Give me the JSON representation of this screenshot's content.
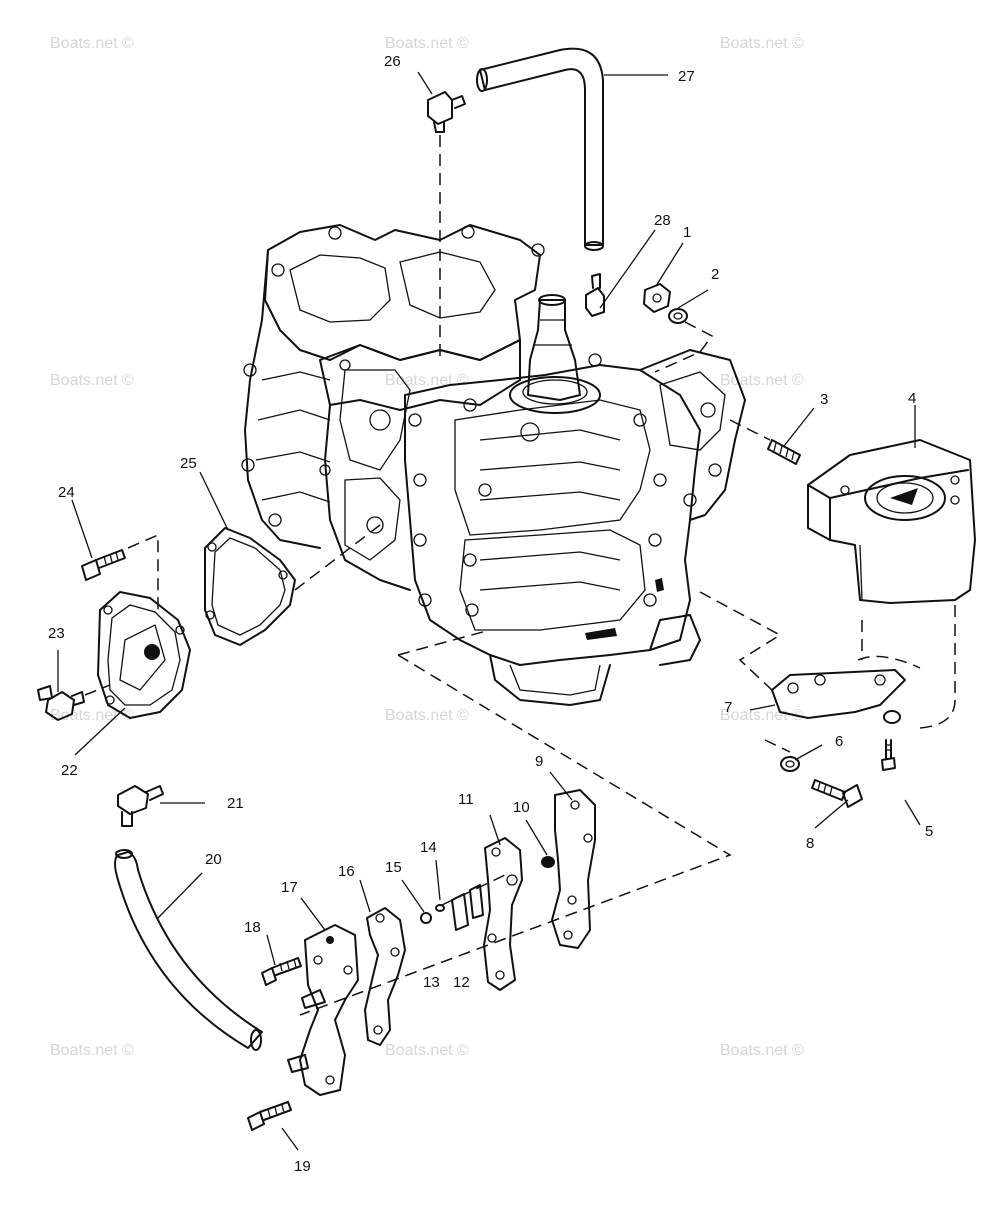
{
  "watermark": "Boats.net ©",
  "callouts": [
    "1",
    "2",
    "3",
    "4",
    "5",
    "6",
    "7",
    "8",
    "9",
    "10",
    "11",
    "12",
    "13",
    "14",
    "15",
    "16",
    "17",
    "18",
    "19",
    "20",
    "21",
    "22",
    "23",
    "24",
    "25",
    "26",
    "27",
    "28"
  ]
}
